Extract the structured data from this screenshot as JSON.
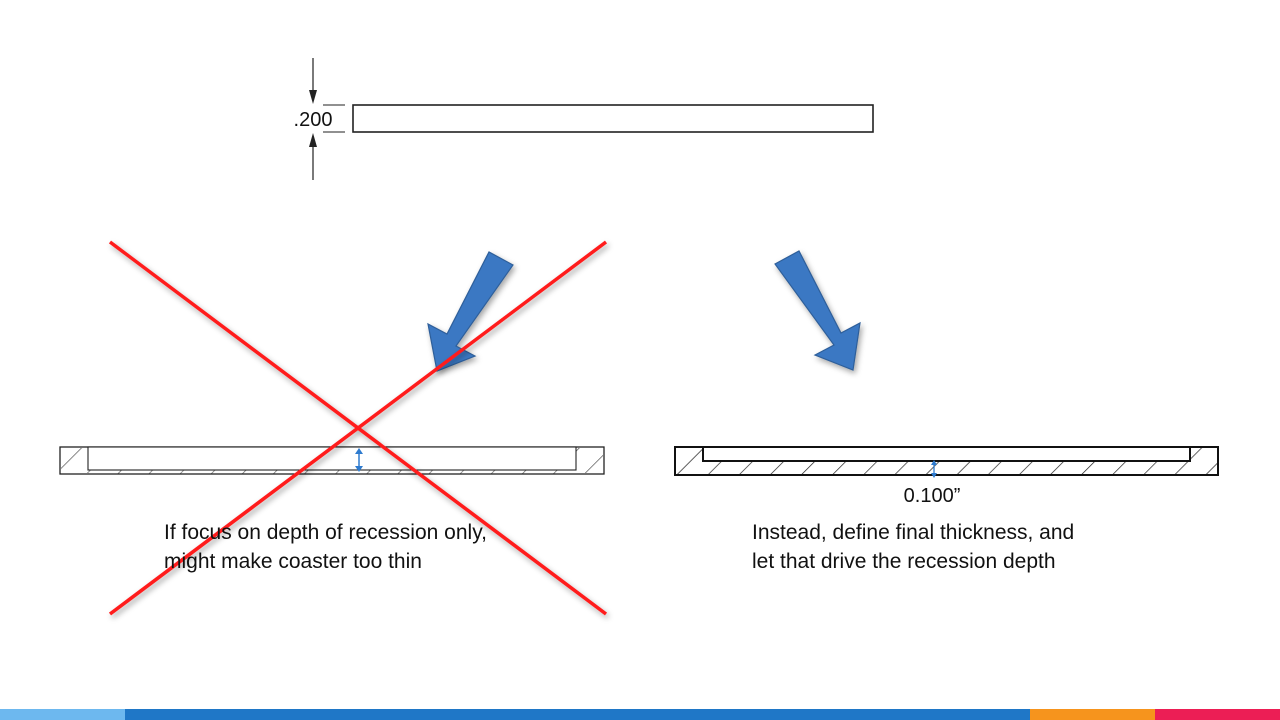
{
  "top_dimension": ".200",
  "right_dimension": "0.100”",
  "captions": {
    "left": {
      "line1": "If focus on depth of recession only,",
      "line2": "might make coaster too thin"
    },
    "right": {
      "line1": "Instead, define final thickness, and",
      "line2": "let that drive the recession depth"
    }
  },
  "colors": {
    "arrow_fill": "#3a78c3",
    "arrow_stroke": "#2f5f9a",
    "cross": "#ff1a1a",
    "dim_arrow": "#2e7bcf",
    "footer": [
      "#6db8ef",
      "#1f77c7",
      "#f6941d",
      "#ec1e55"
    ]
  },
  "icons": [
    "down-left-arrow",
    "down-right-arrow",
    "red-x-cross",
    "double-headed-arrow"
  ]
}
